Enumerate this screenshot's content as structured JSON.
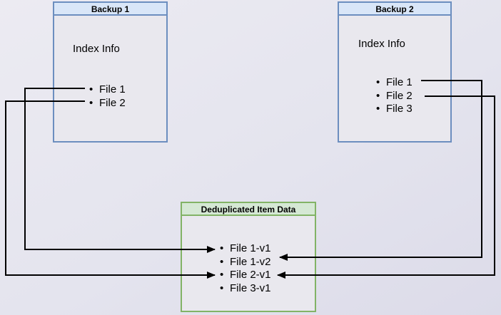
{
  "boxes": {
    "backup1": {
      "title": "Backup 1",
      "index_label": "Index Info",
      "files": [
        "File 1",
        "File 2"
      ]
    },
    "backup2": {
      "title": "Backup 2",
      "index_label": "Index Info",
      "files": [
        "File 1",
        "File 2",
        "File 3"
      ]
    },
    "dedup": {
      "title": "Deduplicated Item Data",
      "items": [
        "File 1-v1",
        "File 1-v2",
        "File 2-v1",
        "File 3-v1"
      ]
    }
  },
  "connections": [
    {
      "from": "Backup 1 / File 1",
      "to": "File 1-v1"
    },
    {
      "from": "Backup 1 / File 2",
      "to": "File 2-v1"
    },
    {
      "from": "Backup 2 / File 1",
      "to": "File 1-v2"
    },
    {
      "from": "Backup 2 / File 2",
      "to": "File 2-v1"
    }
  ],
  "colors": {
    "background": "#e4e4ee",
    "box_fill": "#e9e8ee",
    "blue_border": "#6c8ebf",
    "blue_header_fill": "#d9e6f8",
    "green_border": "#82b366",
    "green_header_fill": "#d5e8d4",
    "arrow": "#000000",
    "text": "#000000"
  }
}
